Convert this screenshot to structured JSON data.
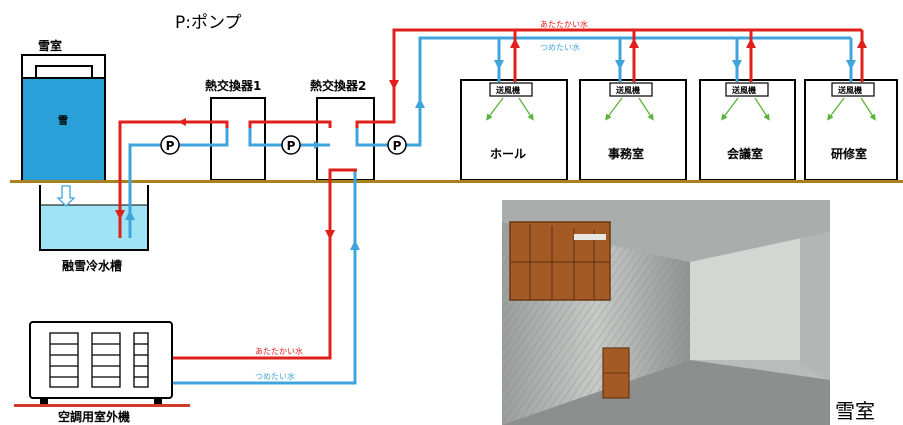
{
  "legend": "P:ポンプ",
  "snow_room": {
    "label": "雪室",
    "snow_label": "雪"
  },
  "melt_tank": {
    "label": "融雪冷水槽"
  },
  "heat_exchangers": [
    {
      "label": "熱交換器1"
    },
    {
      "label": "熱交換器2"
    }
  ],
  "pump_symbol": "P",
  "ac_outdoor_unit": {
    "label": "空調用室外機"
  },
  "rooms": [
    {
      "label": "ホール",
      "fan": "送風機"
    },
    {
      "label": "事務室",
      "fan": "送風機"
    },
    {
      "label": "会議室",
      "fan": "送風機"
    },
    {
      "label": "研修室",
      "fan": "送風機"
    }
  ],
  "water": {
    "warm": "あたたかい水",
    "cold": "つめたい水"
  },
  "photo": {
    "caption": "雪室"
  },
  "colors": {
    "warm_pipe": "#e0211b",
    "cold_pipe": "#3fa3dc",
    "ground": "#a8821e",
    "snow_fill": "#2aa0d8",
    "tank_water": "#9fe4f4",
    "fan_arrow": "#5cb33c",
    "unit_base": "#d23a2a"
  }
}
